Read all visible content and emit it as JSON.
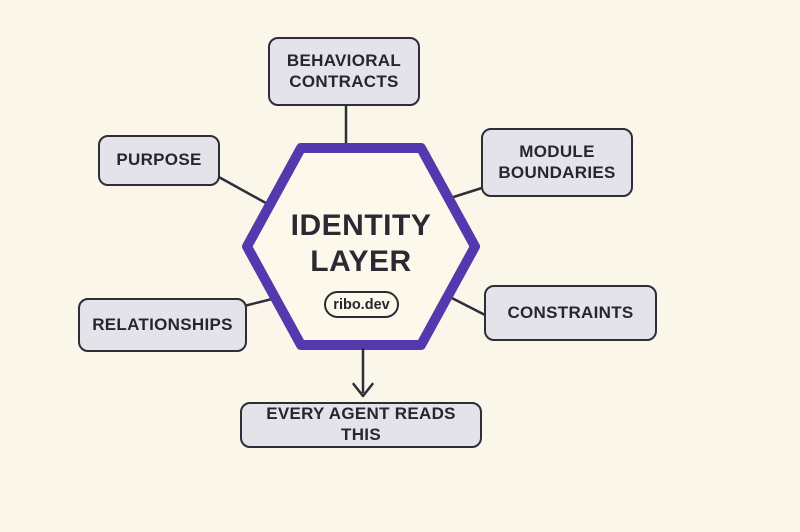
{
  "colors": {
    "background": "#faf6e9",
    "node_fill": "#e5e3ea",
    "node_border": "#2e2d38",
    "hexagon_stroke": "#5438ae",
    "hexagon_fill": "#fcf8ec",
    "connector": "#2e2d38",
    "text": "#26262e"
  },
  "diagram": {
    "center": {
      "title_line1": "IDENTITY",
      "title_line2": "LAYER",
      "badge_label": "ribo.dev"
    },
    "nodes": {
      "behavioral_contracts": {
        "label": "BEHAVIORAL CONTRACTS"
      },
      "purpose": {
        "label": "PURPOSE"
      },
      "module_boundaries": {
        "label": "MODULE BOUNDARIES"
      },
      "relationships": {
        "label": "RELATIONSHIPS"
      },
      "constraints": {
        "label": "CONSTRAINTS"
      },
      "footer": {
        "label": "EVERY AGENT READS THIS"
      }
    }
  }
}
